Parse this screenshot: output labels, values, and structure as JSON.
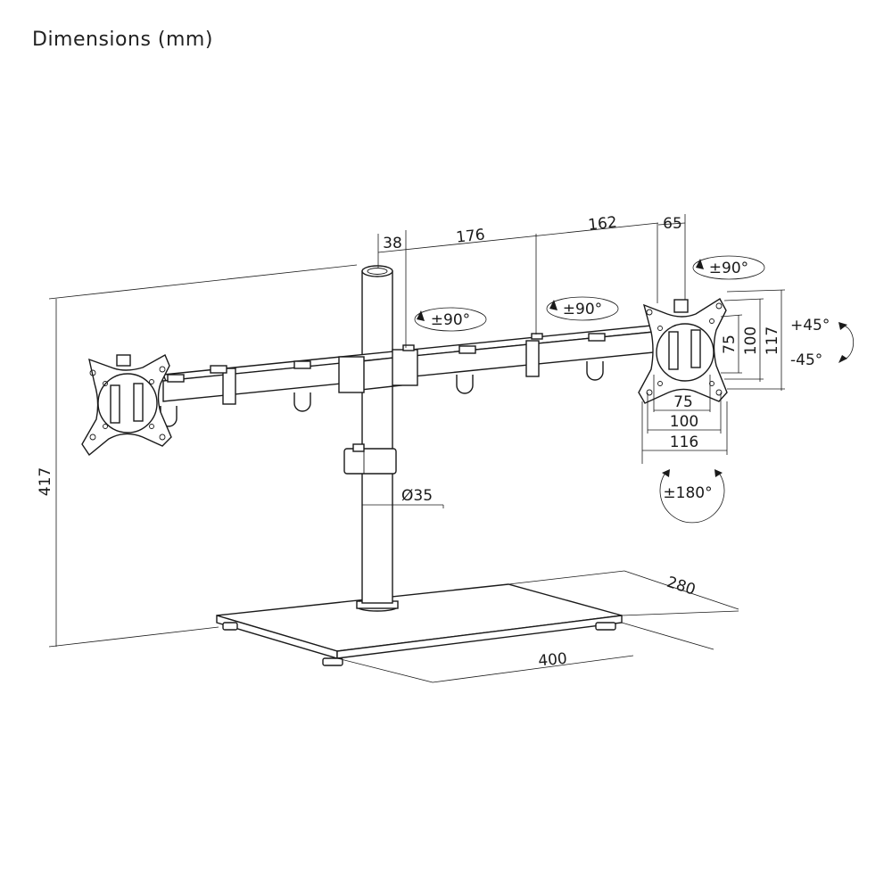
{
  "title": "Dimensions (mm)",
  "dimensions": {
    "height": "417",
    "arm_offset": "38",
    "arm_segment_1": "176",
    "arm_segment_2": "162",
    "vesa_offset": "65",
    "pole_diameter": "Ø35",
    "base_width": "400",
    "base_depth": "280",
    "vesa_small_h": "75",
    "vesa_medium_h": "100",
    "vesa_large_h": "116",
    "vesa_small_v": "75",
    "vesa_medium_v": "100",
    "vesa_large_v": "117"
  },
  "rotations": {
    "arm_joint_1": "±90°",
    "arm_joint_2": "±90°",
    "head_swivel": "±90°",
    "tilt_up": "+45°",
    "tilt_down": "-45°",
    "rotation": "±180°"
  }
}
